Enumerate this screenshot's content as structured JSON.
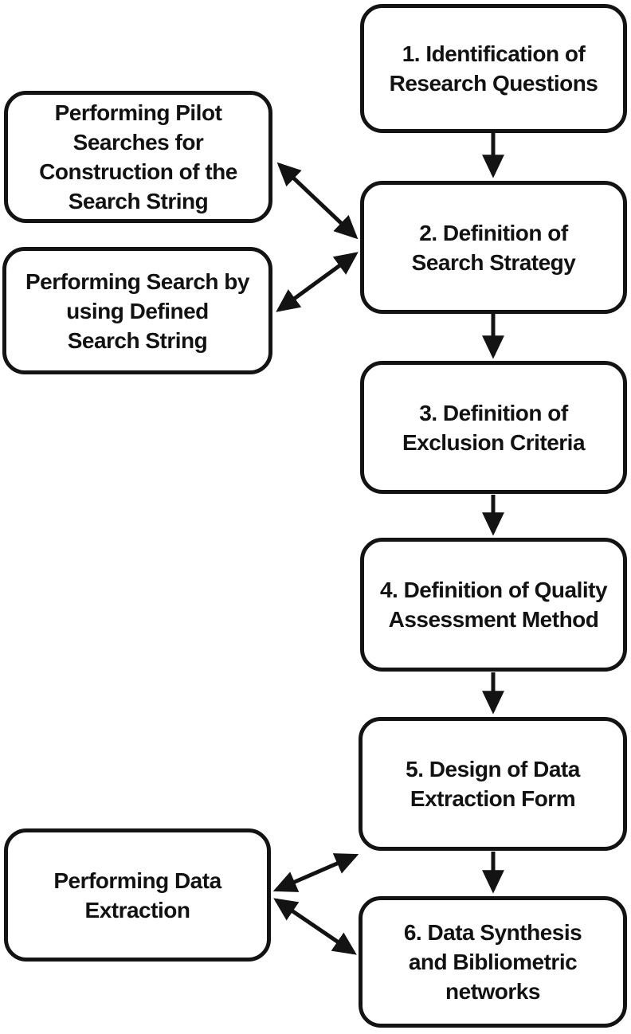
{
  "diagram": {
    "type": "flowchart",
    "colors": {
      "background": "#ffffff",
      "stroke": "#131313",
      "box_fill": "#ffffff",
      "text": "#121212"
    },
    "main_flow": [
      {
        "id": "1",
        "text": "1. Identification of Research Questions",
        "lines": [
          "1. Identification of",
          "Research Questions"
        ]
      },
      {
        "id": "2",
        "text": "2. Definition of Search Strategy",
        "lines": [
          "2. Definition of",
          "Search Strategy"
        ]
      },
      {
        "id": "3",
        "text": "3. Definition of Exclusion Criteria",
        "lines": [
          "3. Definition of",
          "Exclusion Criteria"
        ]
      },
      {
        "id": "4",
        "text": "4. Definition of Quality Assessment Method",
        "lines": [
          "4. Definition of Quality",
          "Assessment Method"
        ]
      },
      {
        "id": "5",
        "text": "5. Design of Data Extraction Form",
        "lines": [
          "5. Design of Data",
          "Extraction Form"
        ]
      },
      {
        "id": "6",
        "text": "6. Data Synthesis and Bibliometric networks",
        "lines": [
          "6. Data Synthesis",
          "and Bibliometric",
          "networks"
        ]
      }
    ],
    "side_activities": [
      {
        "id": "pilot-searches",
        "text": "Performing Pilot Searches for Construction of the Search String",
        "lines": [
          "Performing Pilot",
          "Searches for",
          "Construction of the",
          "Search String"
        ]
      },
      {
        "id": "defined-search",
        "text": "Performing Search by using Defined Search String",
        "lines": [
          "Performing Search by",
          "using Defined",
          "Search String"
        ]
      },
      {
        "id": "data-extraction",
        "text": "Performing Data Extraction",
        "lines": [
          "Performing Data",
          "Extraction"
        ]
      }
    ],
    "connectors": [
      {
        "from": "1",
        "to": "2",
        "style": "single-arrow"
      },
      {
        "from": "2",
        "to": "3",
        "style": "single-arrow"
      },
      {
        "from": "3",
        "to": "4",
        "style": "single-arrow"
      },
      {
        "from": "4",
        "to": "5",
        "style": "single-arrow"
      },
      {
        "from": "5",
        "to": "6",
        "style": "single-arrow"
      },
      {
        "from": "pilot-searches",
        "to": "2",
        "style": "double-arrow"
      },
      {
        "from": "defined-search",
        "to": "2",
        "style": "double-arrow"
      },
      {
        "from": "data-extraction",
        "to": "5",
        "style": "double-arrow"
      },
      {
        "from": "data-extraction",
        "to": "6",
        "style": "double-arrow"
      }
    ]
  }
}
